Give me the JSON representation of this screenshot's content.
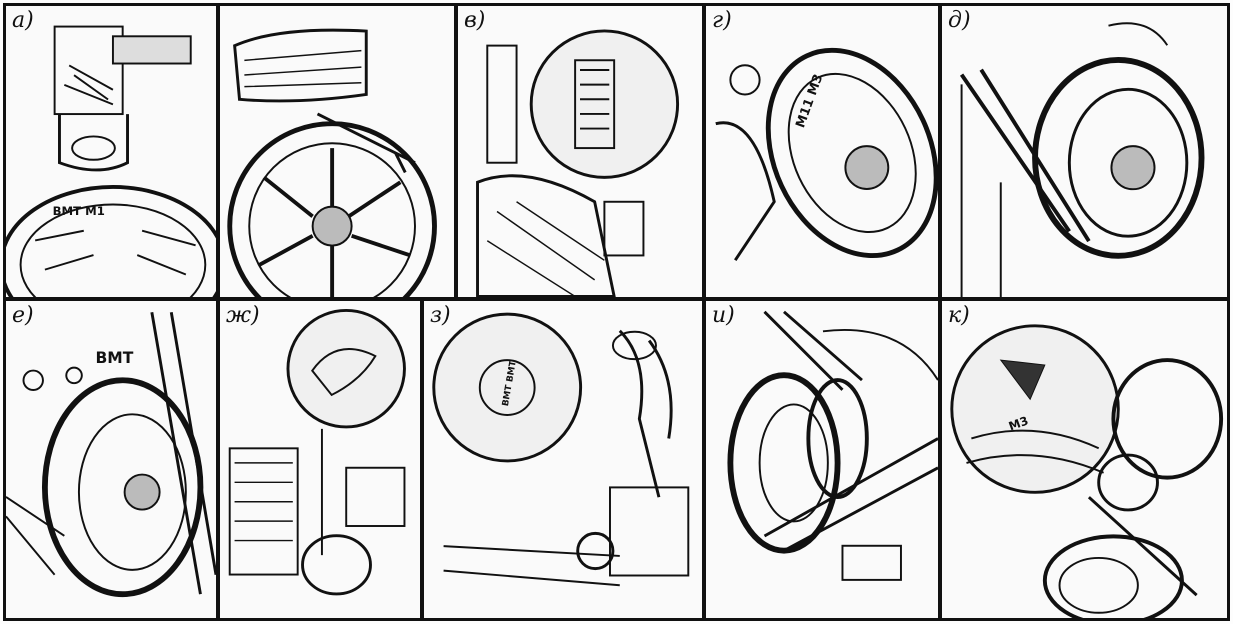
{
  "panels": [
    {
      "label": "а)",
      "mark": "ВМТ М1"
    },
    {
      "label": "",
      "mark": ""
    },
    {
      "label": "в)",
      "mark": ""
    },
    {
      "label": "г)",
      "mark": "M11 M3"
    },
    {
      "label": "д)",
      "mark": ""
    },
    {
      "label": "е)",
      "mark": "BMT"
    },
    {
      "label": "ж)",
      "mark": ""
    },
    {
      "label": "з)",
      "mark": "ВМТ ВМТ"
    },
    {
      "label": "и)",
      "mark": ""
    },
    {
      "label": "к)",
      "mark": "М3"
    }
  ],
  "colors": {
    "ink": "#111111",
    "paper": "#fafafa"
  }
}
